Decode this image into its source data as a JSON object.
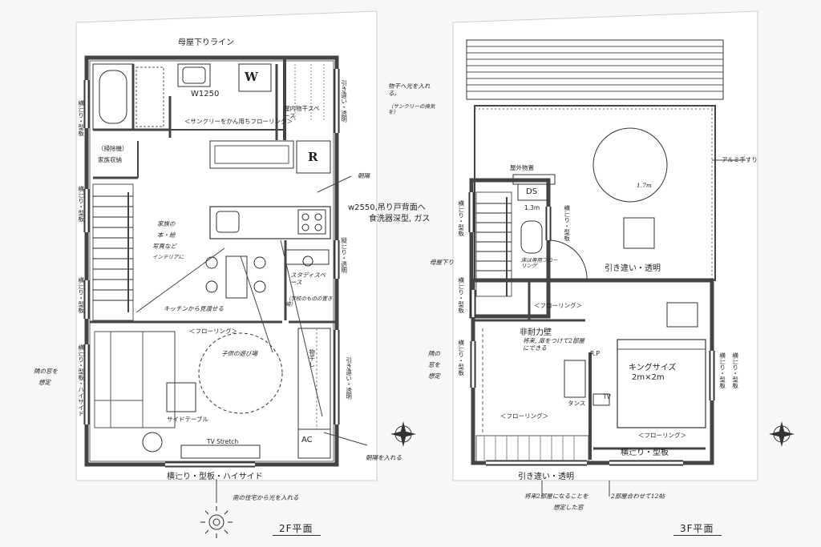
{
  "floor2": {
    "title": "2F平面",
    "labels": {
      "bathroom_wall_line": "母屋下りライン",
      "washer": "W",
      "width_1250": "W1250",
      "sun_room_floor": "＜サンクリーをかん用ちフローリング＞",
      "indoor_drying": "屋内物干スペース",
      "sliding_right": "引き違い・透明",
      "vent_note_1": "物干へ光を入れる。",
      "vent_note_2": "（サンクリーの換気を）",
      "fridge": "R",
      "storage_label": "（掃除機）",
      "storage_detail": "家族収納",
      "slide_left_1": "横辷り・型板",
      "slide_left_2": "横辷り・型板",
      "slide_left_3": "横辷り・型板",
      "slide_left_4": "横辷り・型板・ハイサイド",
      "morning_sun": "朝陽",
      "kitchen_note_1": "w2550,吊り戸背面へ",
      "kitchen_note_2": "食洗器深型, ガス",
      "family_note_1": "家族の",
      "family_note_2": "本・絵",
      "family_note_3": "写真など",
      "family_note_4": "インテリアに",
      "study_space": "スタディスペース",
      "study_note": "（学校のものの置き場）",
      "vertical_slide": "縦辷り・透明",
      "kitchen_view": "キッチンから見渡せる",
      "flooring": "＜フローリング＞",
      "kids_play": "子供の遊び場",
      "drying": "物干し",
      "side_table": "サイドテーブル",
      "tv_stretch": "TV Stretch",
      "ac": "AC",
      "sliding_right_2": "引き違い・透明",
      "morning_sun_2": "朝陽を入れる",
      "window_left_1": "隣の窓を",
      "window_left_2": "想定",
      "bottom_slide": "横辷り・型板・ハイサイド",
      "south_light": "南の住宅から光を入れる"
    }
  },
  "floor3": {
    "title": "3F平面",
    "labels": {
      "outdoor_storage": "屋外物置",
      "aluminum": "アルミ手すり",
      "ds": "DS",
      "width_13": "1.3m",
      "slide_wc": "横辷り・型板",
      "wc_floor": "床は専用フローリング",
      "diameter_1": "1.7m",
      "sliding_1": "引き違い・透明",
      "roof_line": "母屋下り",
      "flooring_1": "＜フローリング＞",
      "slide_left_1": "横辷り・型板",
      "slide_left_2": "横辷り・型板",
      "slide_left_3": "横辷り・型板",
      "partition_1": "非耐力壁",
      "partition_2": "将来, 扉をつけて2部屋にできる",
      "rp": "R.P",
      "window_left_1": "隣の",
      "window_left_2": "窓を",
      "window_left_3": "想定",
      "king_size_1": "キングサイズ",
      "king_size_2": "2m×2m",
      "dresser": "タンス",
      "tv": "TV",
      "flooring_2": "＜フローリング＞",
      "flooring_3": "＜フローリング＞",
      "slide_right": "横辷り・型板",
      "slide_right_2": "横辷り・型板",
      "slide_bottom": "横辷り・型板",
      "sliding_bottom": "引き違い・透明",
      "future_note_1": "将来2部屋になることを",
      "future_note_2": "想定した窓",
      "combined_note": "2部屋合わせて12帖"
    }
  },
  "colors": {
    "wall": "#4a4a4a",
    "line": "#222222",
    "wall_fill": "#9a9a9a",
    "paper": "#ffffff"
  }
}
